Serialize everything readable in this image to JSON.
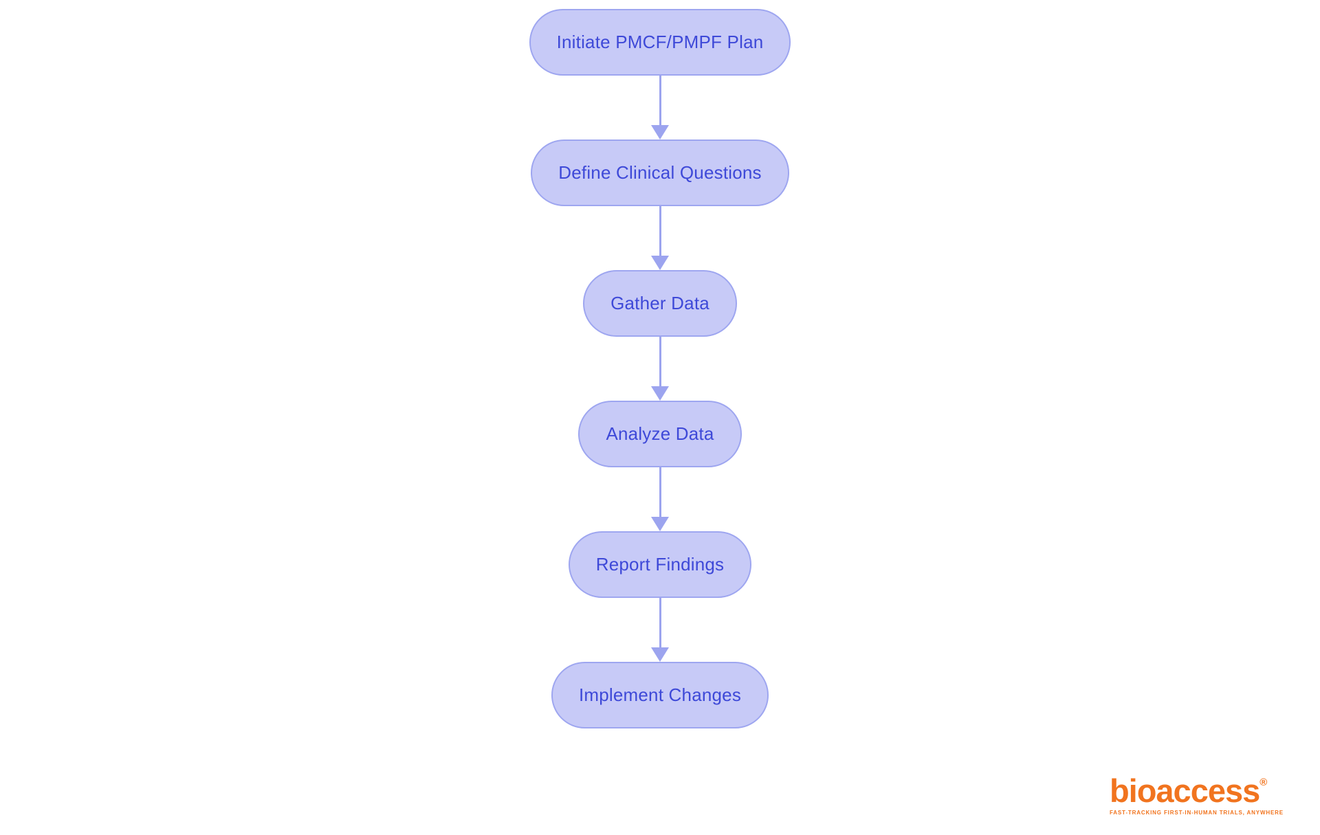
{
  "diagram": {
    "nodes": [
      {
        "label": "Initiate PMCF/PMPF Plan"
      },
      {
        "label": "Define Clinical Questions"
      },
      {
        "label": "Gather Data"
      },
      {
        "label": "Analyze Data"
      },
      {
        "label": "Report Findings"
      },
      {
        "label": "Implement Changes"
      }
    ],
    "colors": {
      "node_fill": "#c7caf7",
      "node_border": "#9ea6f0",
      "node_text": "#3e49d8",
      "arrow": "#9ca4ef",
      "background": "#ffffff"
    }
  },
  "branding": {
    "logo_text": "bioaccess",
    "registered_mark": "®",
    "tagline": "FAST-TRACKING FIRST-IN-HUMAN TRIALS, ANYWHERE",
    "logo_color": "#f1741f"
  }
}
